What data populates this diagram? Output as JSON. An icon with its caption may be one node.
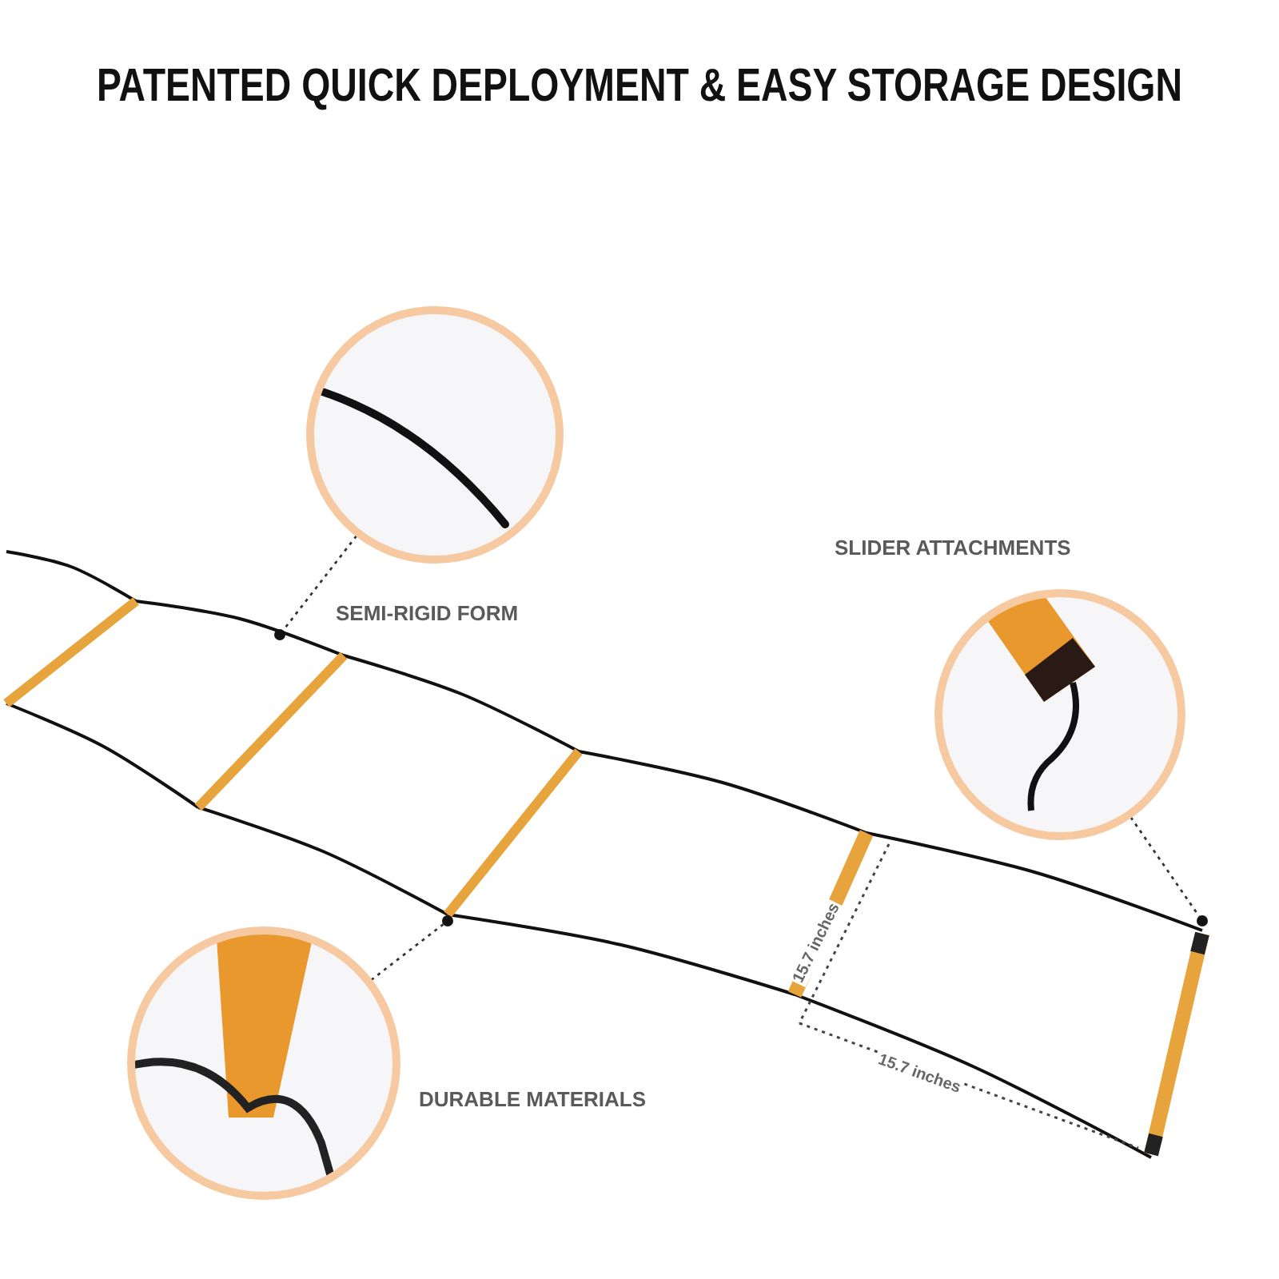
{
  "diagram": {
    "title": "PATENTED QUICK DEPLOYMENT & EASY STORAGE DESIGN",
    "nodes": [
      {
        "text": [],
        "shape": "circle"
      },
      {
        "text": [],
        "shape": "circle"
      },
      {
        "text": [],
        "shape": "circle"
      },
      {
        "text": [],
        "shape": "circle"
      },
      {
        "text": [],
        "shape": "circle"
      },
      {
        "text": [],
        "shape": "circle"
      }
    ],
    "edges": [
      {
        "from": 0,
        "to": 3,
        "arrow": "none",
        "style": "dashed"
      },
      {
        "from": 1,
        "to": 5,
        "arrow": "none",
        "style": "dashed"
      },
      {
        "from": 2,
        "to": 4,
        "arrow": "none",
        "style": "dashed"
      }
    ],
    "labels": [
      "SLIDER ATTACHMENTS",
      "SEMI-RIGID FORM",
      "15.7 inches",
      "DURABLE MATERIALS",
      "15.7 inches"
    ]
  }
}
